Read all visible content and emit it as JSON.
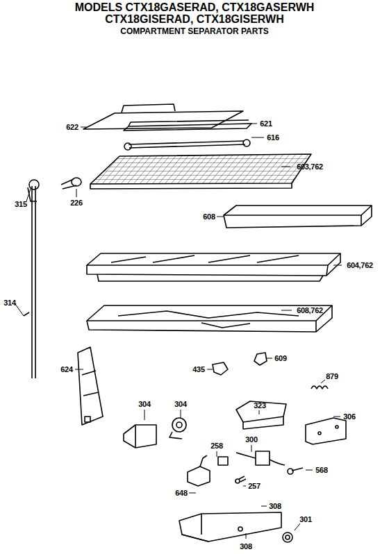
{
  "diagram": {
    "title": "MODELS CTX18GASERAD, CTX18GASERWH CTX18GISERAD, CTX18GISERWH",
    "labels": [
      "COMPARTMENT SEPARATOR PARTS",
      "622",
      "621",
      "616",
      "603,762",
      "315",
      "226",
      "608",
      "604,762",
      "314",
      "608,762",
      "624",
      "435",
      "609",
      "879",
      "323",
      "304",
      "304",
      "306",
      "258",
      "300",
      "568",
      "648",
      "257",
      "308",
      "301",
      "308"
    ]
  }
}
